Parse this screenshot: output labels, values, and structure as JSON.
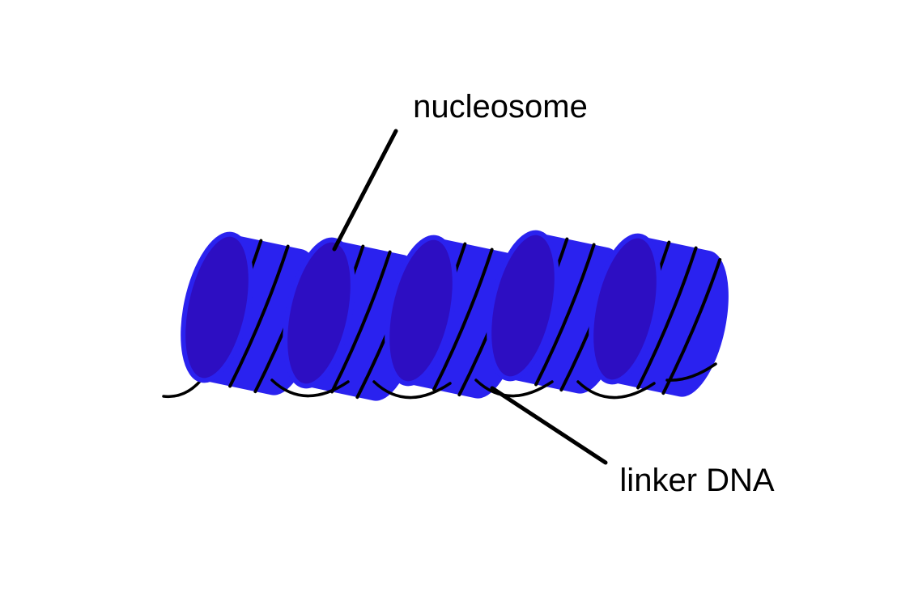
{
  "diagram": {
    "labels": {
      "nucleosome": "nucleosome",
      "linker_dna": "linker DNA"
    },
    "colors": {
      "body_blue": "#2a22ef",
      "cap_blue": "#2d0ec2",
      "dna_black": "#000000",
      "label_text": "#000000",
      "background": "#ffffff"
    },
    "nucleosome_count": 5
  }
}
